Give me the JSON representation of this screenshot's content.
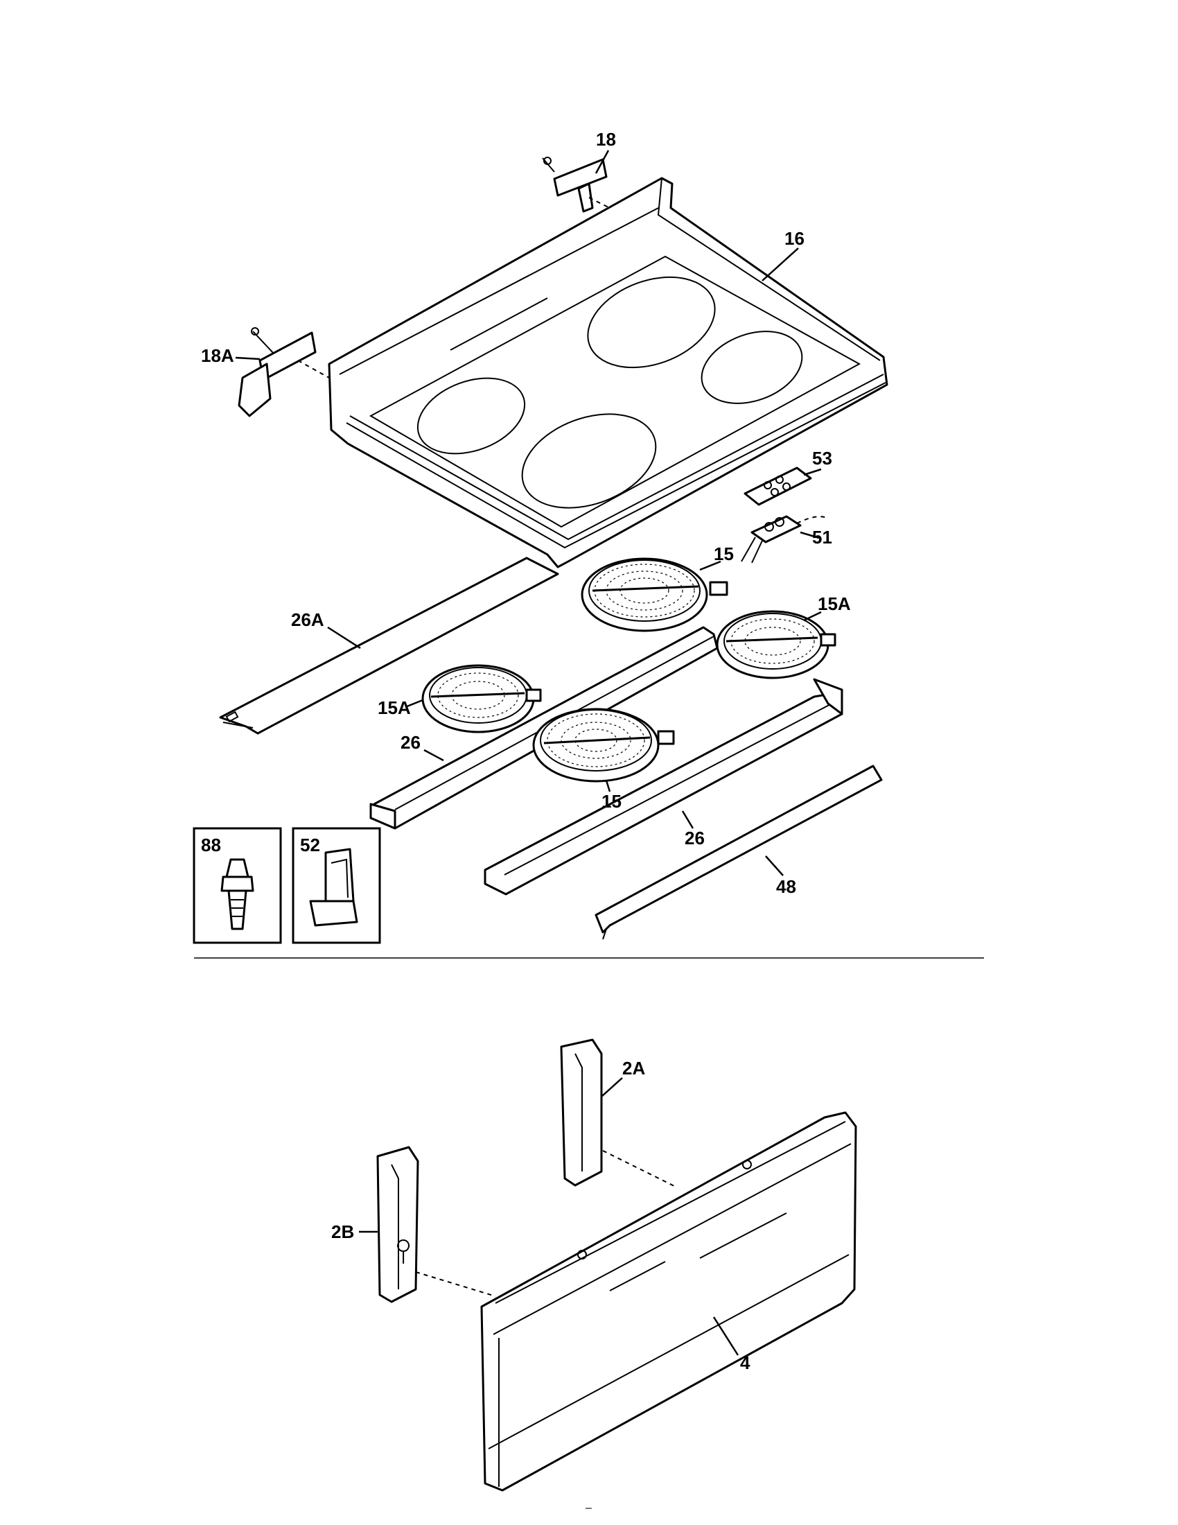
{
  "labels": {
    "p18": "18",
    "p16": "16",
    "p18a": "18A",
    "p53": "53",
    "p51": "51",
    "p15_top": "15",
    "p15a_right": "15A",
    "p26a": "26A",
    "p15a_left": "15A",
    "p26_left": "26",
    "p15_bottom": "15",
    "p26_right": "26",
    "p48": "48",
    "p88": "88",
    "p52": "52",
    "p2a": "2A",
    "p2b": "2B",
    "p4": "4"
  },
  "footer": {
    "mark": "–"
  }
}
